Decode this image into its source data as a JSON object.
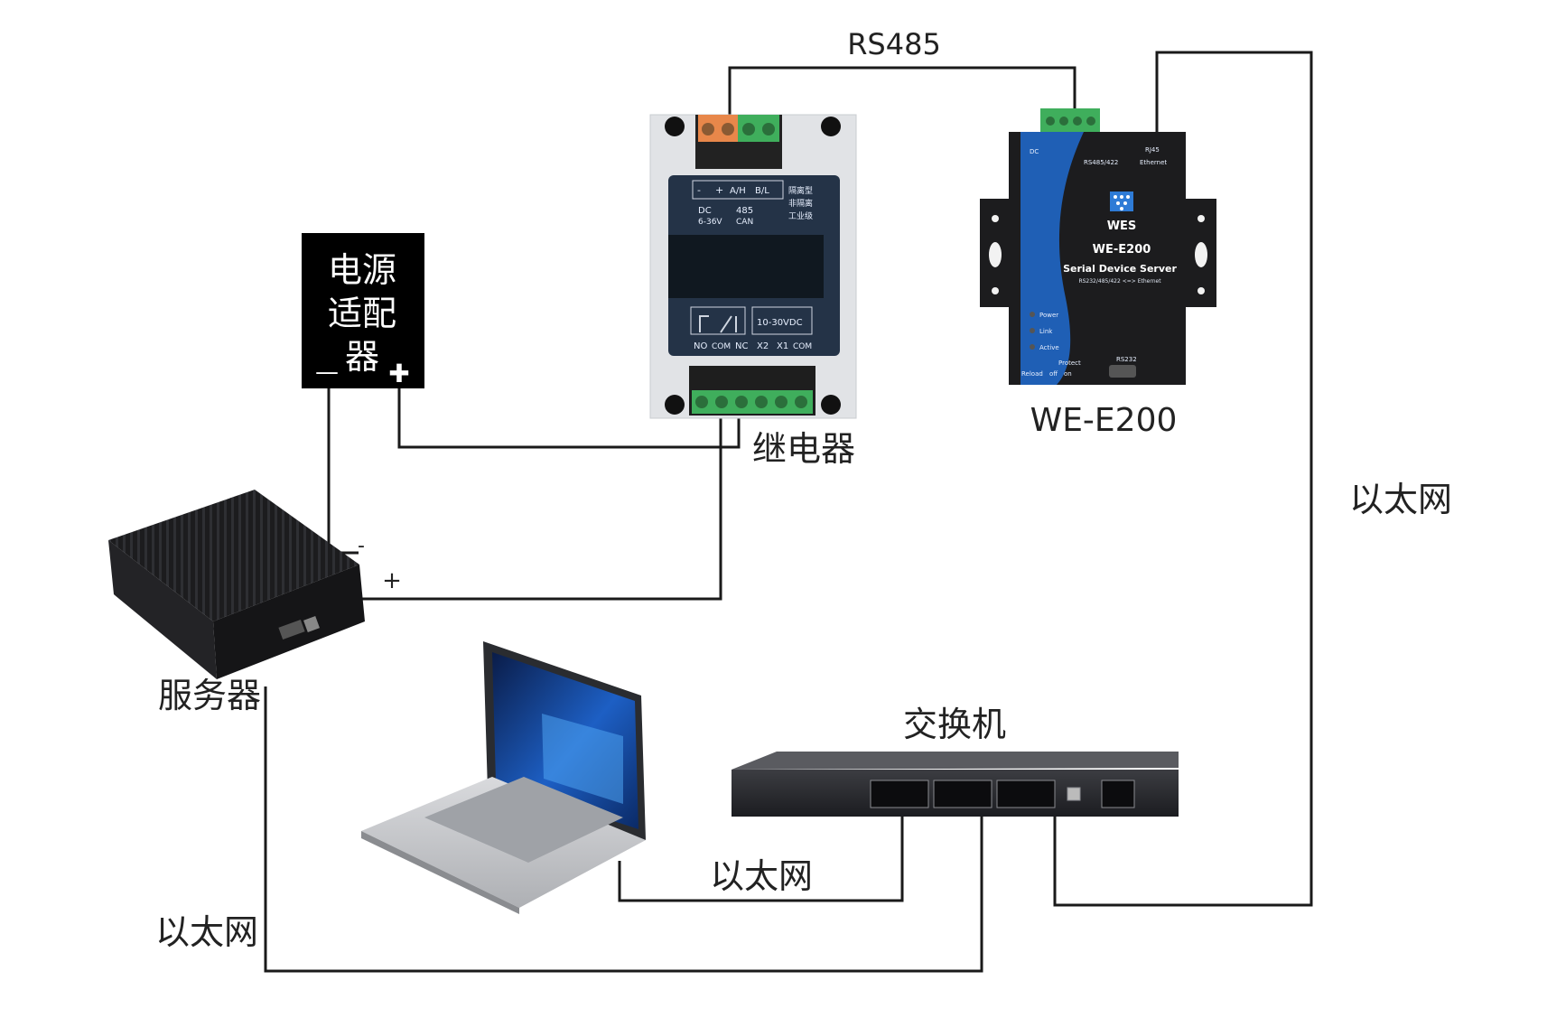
{
  "labels": {
    "rs485": "RS485",
    "power_adapter": [
      "电源",
      "适配",
      "器"
    ],
    "power_minus": "—",
    "power_plus": "✚",
    "relay": "继电器",
    "device_model": "WE-E200",
    "server": "服务器",
    "server_minus": "-",
    "server_plus": "+",
    "switch": "交换机",
    "ethernet_right": "以太网",
    "ethernet_laptop": "以太网",
    "ethernet_server": "以太网"
  },
  "relay_panel": {
    "terminals_top": [
      "-",
      "+",
      "A/H",
      "B/L"
    ],
    "top_small": [
      "DC",
      "6-36V",
      "485",
      "CAN"
    ],
    "side_notes": [
      "隔离型",
      "非隔离",
      "工业级"
    ],
    "voltage": "10-30VDC",
    "terminals_bottom": [
      "NO",
      "COM",
      "NC",
      "X2",
      "X1",
      "COM"
    ]
  },
  "we_e200": {
    "brand": "WES",
    "model": "WE-E200",
    "subtitle": "Serial Device Server",
    "protocols": "RS232/485/422 <=> Ethernet",
    "port_labels": [
      "DC",
      "RS485/422",
      "RJ45",
      "Ethernet"
    ],
    "leds": [
      "Power",
      "Link",
      "Active"
    ],
    "bottom": [
      "Protect",
      "Reload",
      "off",
      "on",
      "RS232"
    ]
  },
  "colors": {
    "wire": "#1a1a1a",
    "device_blue": "#1f5fb5",
    "device_dark": "#1c1c1e",
    "terminal_green": "#3fae5c",
    "terminal_orange": "#e8874a",
    "adapter_bg": "#000000"
  }
}
